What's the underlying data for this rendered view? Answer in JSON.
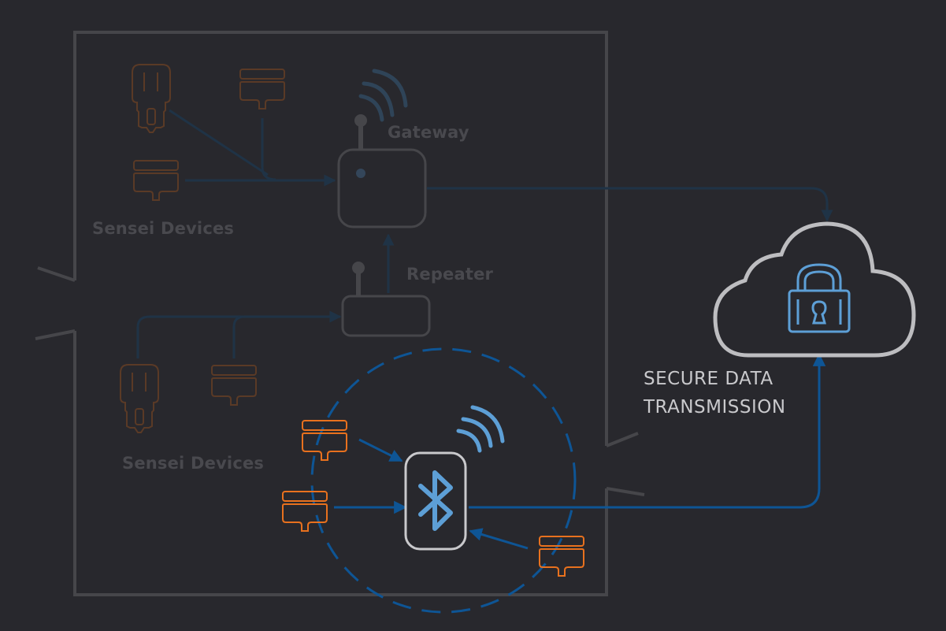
{
  "diagram": {
    "labels": {
      "gateway": "Gateway",
      "repeater": "Repeater",
      "sensei_devices_top": "Sensei Devices",
      "sensei_devices_bottom": "Sensei Devices",
      "secure_line1": "SECURE DATA",
      "secure_line2": "TRANSMISSION"
    },
    "nodes": [
      {
        "id": "sensei-plug-top",
        "type": "car-charger-device",
        "state": "dimmed"
      },
      {
        "id": "sensei-sensor-top",
        "type": "sensor-device",
        "state": "dimmed"
      },
      {
        "id": "sensei-sensor-mid",
        "type": "sensor-device",
        "state": "dimmed"
      },
      {
        "id": "gateway",
        "type": "gateway",
        "state": "dimmed"
      },
      {
        "id": "repeater",
        "type": "repeater",
        "state": "dimmed"
      },
      {
        "id": "sensei-plug-bottom",
        "type": "car-charger-device",
        "state": "dimmed"
      },
      {
        "id": "sensei-sensor-bottom",
        "type": "sensor-device",
        "state": "dimmed"
      },
      {
        "id": "bt-sensor-1",
        "type": "sensor-device",
        "state": "active"
      },
      {
        "id": "bt-sensor-2",
        "type": "sensor-device",
        "state": "active"
      },
      {
        "id": "bt-sensor-3",
        "type": "sensor-device",
        "state": "active"
      },
      {
        "id": "bluetooth-hub",
        "type": "bluetooth-hub",
        "state": "active"
      },
      {
        "id": "secure-cloud",
        "type": "cloud-lock",
        "state": "active"
      }
    ],
    "edges": [
      {
        "from": "sensei-plug-top",
        "to": "gateway"
      },
      {
        "from": "sensei-sensor-top",
        "to": "gateway"
      },
      {
        "from": "sensei-sensor-mid",
        "to": "gateway"
      },
      {
        "from": "repeater",
        "to": "gateway"
      },
      {
        "from": "sensei-plug-bottom",
        "to": "repeater"
      },
      {
        "from": "sensei-sensor-bottom",
        "to": "repeater"
      },
      {
        "from": "gateway",
        "to": "secure-cloud"
      },
      {
        "from": "bt-sensor-1",
        "to": "bluetooth-hub"
      },
      {
        "from": "bt-sensor-2",
        "to": "bluetooth-hub"
      },
      {
        "from": "bt-sensor-3",
        "to": "bluetooth-hub"
      },
      {
        "from": "bluetooth-hub",
        "to": "secure-cloud"
      }
    ],
    "colors": {
      "background": "#28282d",
      "wall": "#46464a",
      "dim_device": "#5a3a26",
      "dim_line": "#1f3346",
      "dim_label": "#49494e",
      "active_device": "#e8711e",
      "active_line": "#0e5595",
      "accent_light_blue": "#5d9fd6",
      "cloud": "#bdbdc0",
      "hub_outline": "#c9c9cc",
      "secure_text": "#c9c9cc"
    }
  }
}
